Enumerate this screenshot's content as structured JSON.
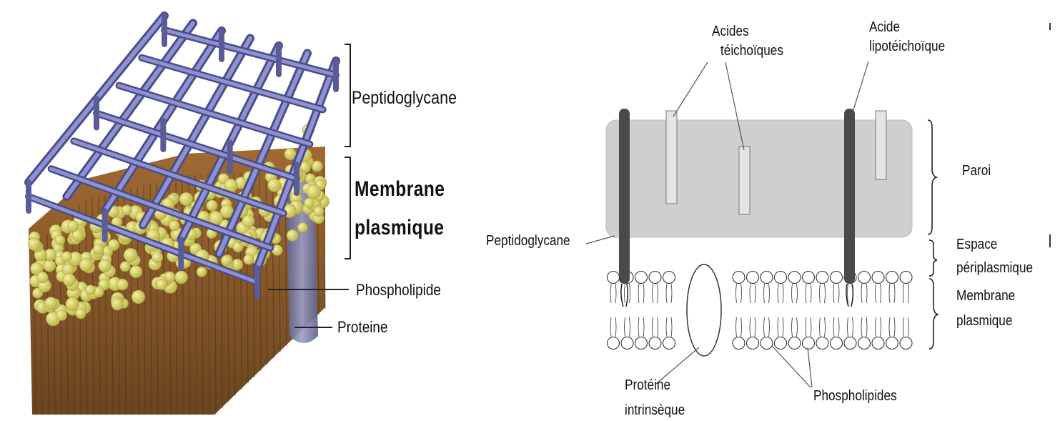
{
  "left_diagram": {
    "labels": {
      "peptidoglycane": "Peptidoglycane",
      "membrane_line1": "Membrane",
      "membrane_line2": "plasmique",
      "phospholipide": "Phospholipide",
      "proteine": "Proteine"
    },
    "colors": {
      "lattice": "#6e70b6",
      "lattice_highlight": "#9a9cd8",
      "lipid_heads": "#d9d46a",
      "lipid_tails": "#8a5a2a",
      "protein": "#7a7ea8"
    }
  },
  "right_diagram": {
    "labels": {
      "acides_teichoiques_line1": "Acides",
      "acides_teichoiques_line2": "téichoïques",
      "acide_lipo_line1": "Acide",
      "acide_lipo_line2": "lipotéichoïque",
      "paroi": "Paroi",
      "espace_line1": "Espace",
      "espace_line2": "périplasmique",
      "membrane_line1": "Membrane",
      "membrane_line2": "plasmique",
      "peptidoglycane": "Peptidoglycane",
      "proteine_line1": "Protéine",
      "proteine_line2": "intrinsèque",
      "phospholipides": "Phospholipides"
    },
    "colors": {
      "wall": "#cfcfcf",
      "wall_border": "#bdbdbd",
      "lipoteichoic_rod": "#4a4a4a",
      "teichoic_rod": "#e2e2e2"
    }
  }
}
